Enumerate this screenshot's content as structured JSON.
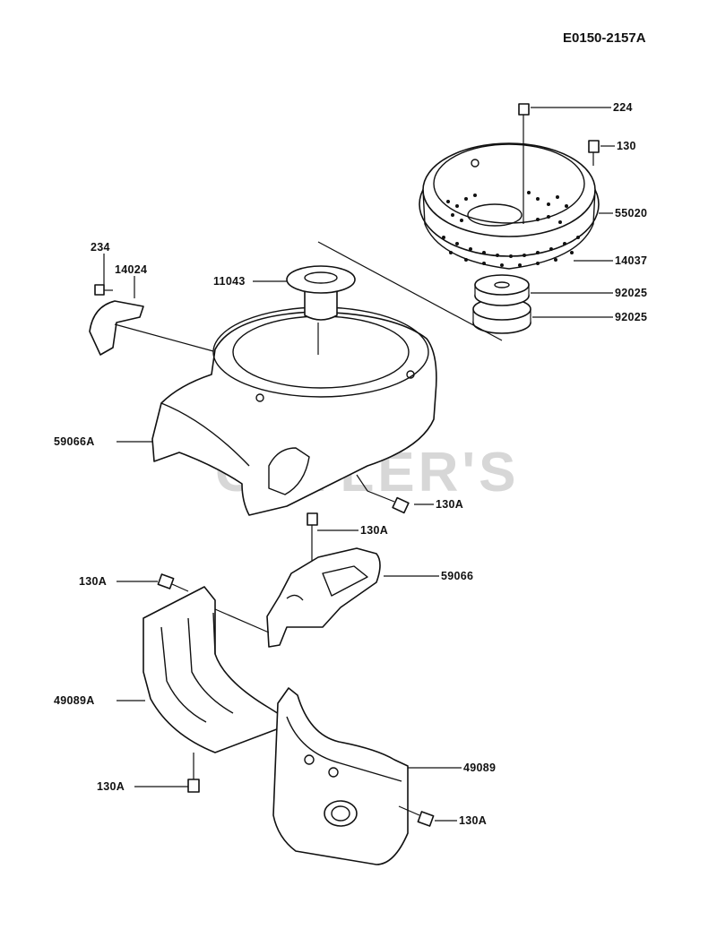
{
  "diagram_code": "E0150-2157A",
  "watermark": "CUTLER'S",
  "colors": {
    "ink": "#111111",
    "background": "#ffffff",
    "watermark": "#d7d7d7"
  },
  "labels": {
    "p224": "224",
    "p130": "130",
    "p55020": "55020",
    "p14037": "14037",
    "p92025a": "92025",
    "p92025b": "92025",
    "p234": "234",
    "p14024": "14024",
    "p11043": "11043",
    "p59066A": "59066A",
    "p130A_1": "130A",
    "p130A_2": "130A",
    "p130A_3": "130A",
    "p59066": "59066",
    "p49089A": "49089A",
    "p49089": "49089",
    "p130A_4": "130A",
    "p130A_5": "130A"
  }
}
